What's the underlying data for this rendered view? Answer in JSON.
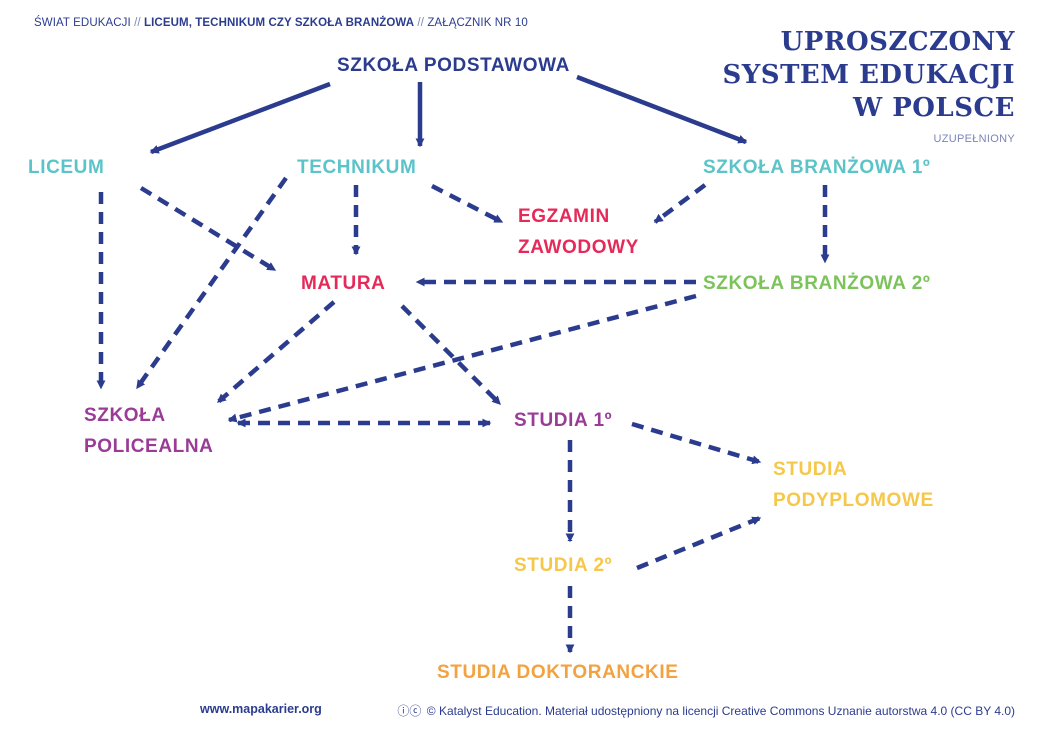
{
  "header": {
    "part1": "ŚWIAT EDUKACJI",
    "sep1": " // ",
    "part2": "LICEUM, TECHNIKUM CZY SZKOŁA BRANŻOWA",
    "sep2": " // ",
    "part3": "ZAŁĄCZNIK NR 10"
  },
  "title": {
    "line1": "UPROSZCZONY",
    "line2": "SYSTEM EDUKACJI",
    "line3": "W POLSCE",
    "subtitle": "UZUPEŁNIONY"
  },
  "nodes": {
    "szkola_podstawowa": "SZKOŁA PODSTAWOWA",
    "liceum": "LICEUM",
    "technikum": "TECHNIKUM",
    "szkola_branzowa_1": "SZKOŁA BRANŻOWA 1º",
    "egzamin_zawodowy_1": "EGZAMIN",
    "egzamin_zawodowy_2": "ZAWODOWY",
    "matura": "MATURA",
    "szkola_branzowa_2": "SZKOŁA BRANŻOWA 2º",
    "szkola_policealna_1": "SZKOŁA",
    "szkola_policealna_2": "POLICEALNA",
    "studia_1": "STUDIA 1º",
    "studia_podyplomowe_1": "STUDIA",
    "studia_podyplomowe_2": "PODYPLOMOWE",
    "studia_2": "STUDIA 2º",
    "studia_doktoranckie": "STUDIA DOKTORANCKIE"
  },
  "colors": {
    "navy": "#2b3c8f",
    "teal": "#5cc4c8",
    "red": "#e52a5a",
    "green": "#7cc35b",
    "purple": "#9a3c97",
    "yellow": "#f5c84a",
    "orange": "#f2a240"
  },
  "footer": {
    "url": "www.mapakarier.org",
    "cc_icons": "ⓘⓒ",
    "license": "© Katalyst Education. Materiał udostępniony na licencji Creative Commons Uznanie autorstwa 4.0 (CC BY 4.0)"
  }
}
